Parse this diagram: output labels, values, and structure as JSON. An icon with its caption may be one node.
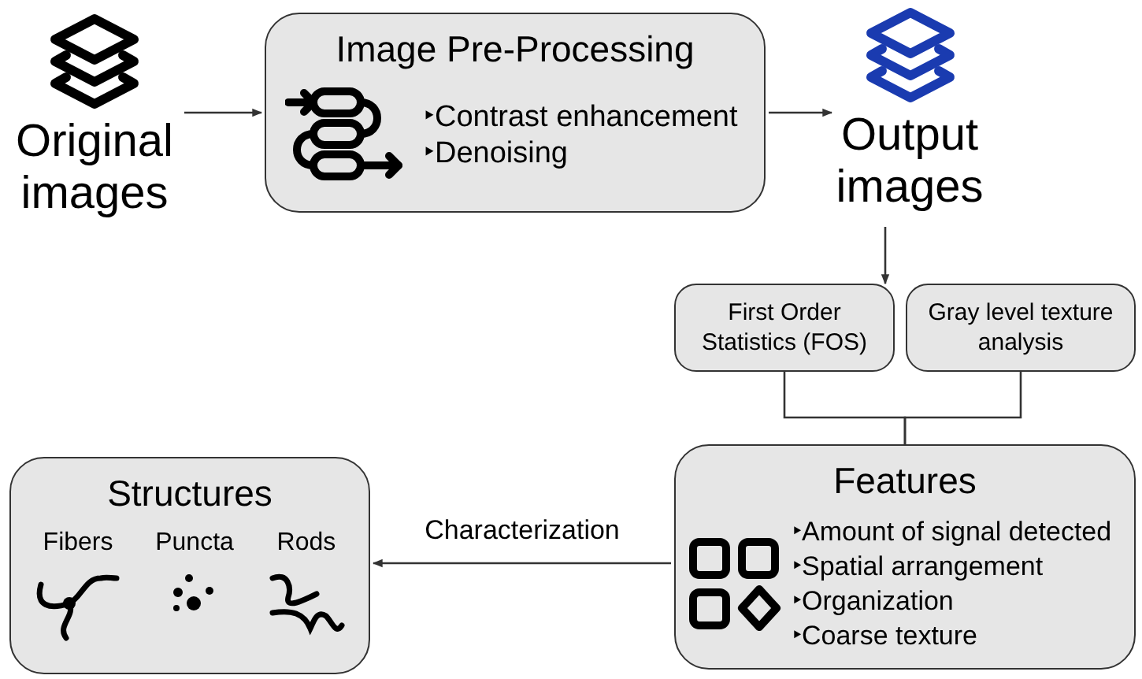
{
  "diagram": {
    "nodes": [
      {
        "text": [
          "Original images"
        ]
      },
      {
        "text": [
          "Image Pre-Processing",
          "‣Contrast enhancement",
          "‣Denoising"
        ]
      },
      {
        "text": [
          "Output images"
        ]
      },
      {
        "text": [
          "First Order Statistics (FOS)"
        ]
      },
      {
        "text": [
          "Gray level texture analysis"
        ]
      },
      {
        "text": [
          "Features",
          "‣Amount of signal detected",
          "‣Spatial arrangement",
          "‣Organization",
          "‣Coarse texture"
        ]
      },
      {
        "text": [
          "Structures",
          "Fibers",
          "Puncta",
          "Rods"
        ]
      }
    ],
    "edges": [
      {
        "from": 0,
        "to": 1,
        "arrow": "to"
      },
      {
        "from": 1,
        "to": 2,
        "arrow": "to"
      },
      {
        "from": 2,
        "to": 3,
        "arrow": "to"
      },
      {
        "from": 3,
        "to": 5,
        "arrow": "none"
      },
      {
        "from": 4,
        "to": 5,
        "arrow": "none"
      },
      {
        "from": 5,
        "to": 6,
        "arrow": "to",
        "label": "Characterization"
      }
    ]
  }
}
